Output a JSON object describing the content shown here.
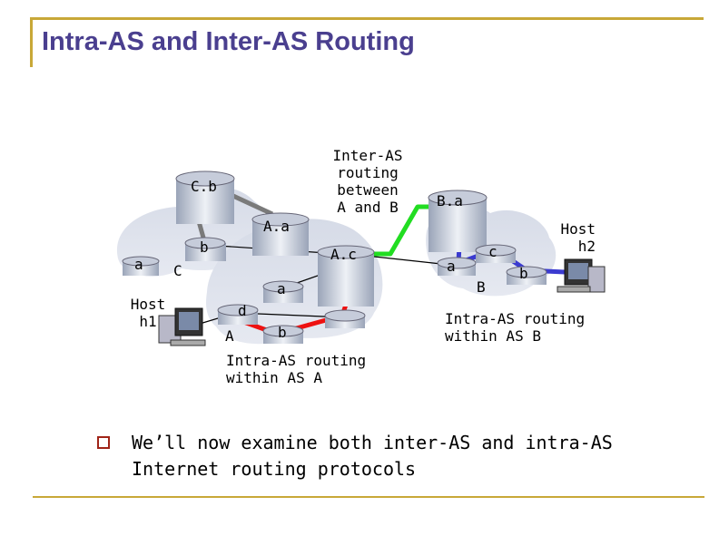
{
  "slide": {
    "title": "Intra-AS and Inter-AS Routing"
  },
  "diagram": {
    "router_labels": {
      "cb": "C.b",
      "cb_b": "b",
      "c_a": "a",
      "aa": "A.a",
      "ac": "A.c",
      "a_a": "a",
      "a_d": "d",
      "a_b": "b",
      "ba": "B.a",
      "b_a": "a",
      "b_c": "c",
      "b_b": "b"
    },
    "as_labels": {
      "c": "C",
      "a": "A",
      "b": "B"
    },
    "hosts": {
      "h1": [
        "Host",
        "h1"
      ],
      "h2": [
        "Host",
        "h2"
      ]
    },
    "notes": {
      "inter_as": [
        "Inter-AS",
        "routing",
        "between",
        "A and B"
      ],
      "intra_a": [
        "Intra-AS routing",
        "within AS A"
      ],
      "intra_b": [
        "Intra-AS routing",
        "within AS B"
      ]
    },
    "colors": {
      "inter_as_path": "#22dd22",
      "intra_a_path": "#ee1111",
      "intra_b_path": "#3b3bd0",
      "c_path": "#7a7a7a"
    }
  },
  "bullet": {
    "text": "We’ll now examine both inter-AS and intra-AS Internet routing protocols"
  }
}
